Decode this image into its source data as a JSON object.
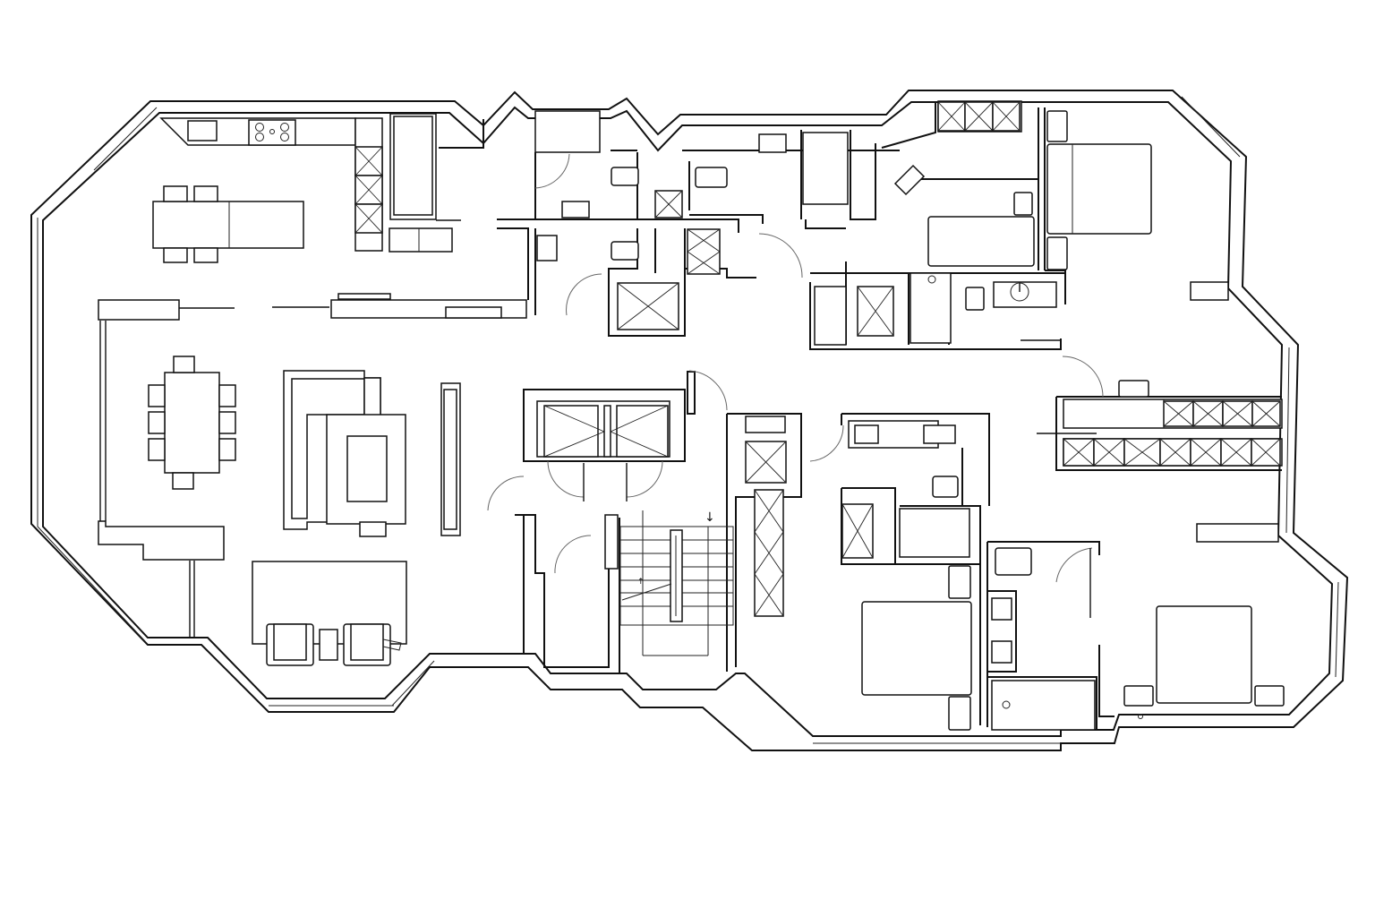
{
  "drawing": {
    "type": "architectural floor plan",
    "style": "black line drawing on white",
    "colors": {
      "background": "#ffffff",
      "line": "#111111",
      "door_swing": "#666666"
    },
    "text_labels": []
  },
  "rooms": [
    {
      "id": "kitchen",
      "name": "Kitchen",
      "fixtures": [
        "sink",
        "cooktop-4-burner",
        "tall-cabinets",
        "fridge",
        "kitchen-island",
        "4 bar stools"
      ]
    },
    {
      "id": "dining",
      "name": "Dining Area",
      "fixtures": [
        "dining-table",
        "8 chairs"
      ]
    },
    {
      "id": "living",
      "name": "Living Room",
      "fixtures": [
        "L-sofa",
        "coffee-table",
        "media-console",
        "armchairs",
        "side-table",
        "rug"
      ]
    },
    {
      "id": "utility",
      "name": "Utility / Laundry",
      "fixtures": [
        "washer",
        "sink"
      ]
    },
    {
      "id": "wc-1",
      "name": "Powder Room",
      "fixtures": [
        "toilet",
        "sink"
      ]
    },
    {
      "id": "core",
      "name": "Building Core",
      "fixtures": [
        "elevators",
        "stair",
        "shafts"
      ]
    },
    {
      "id": "bed-1",
      "name": "Master Bedroom",
      "fixtures": [
        "double-bed",
        "2 nightstands"
      ]
    },
    {
      "id": "study",
      "name": "Study",
      "fixtures": [
        "desk",
        "chair",
        "storage"
      ]
    },
    {
      "id": "bath-1",
      "name": "Master Bath",
      "fixtures": [
        "shower",
        "toilet",
        "vanity"
      ]
    },
    {
      "id": "walk-in",
      "name": "Walk-in Closet",
      "fixtures": [
        "wardrobes"
      ]
    },
    {
      "id": "bed-2",
      "name": "Bedroom 2",
      "fixtures": [
        "double-bed",
        "2 nightstands"
      ]
    },
    {
      "id": "bath-2",
      "name": "Bathroom 2",
      "fixtures": [
        "shower",
        "toilet",
        "double vanity"
      ]
    },
    {
      "id": "bed-3",
      "name": "Bedroom 3",
      "fixtures": [
        "double-bed",
        "2 nightstands"
      ]
    },
    {
      "id": "bath-3",
      "name": "Bathroom 3",
      "fixtures": [
        "toilet",
        "double sink",
        "tub"
      ]
    }
  ]
}
